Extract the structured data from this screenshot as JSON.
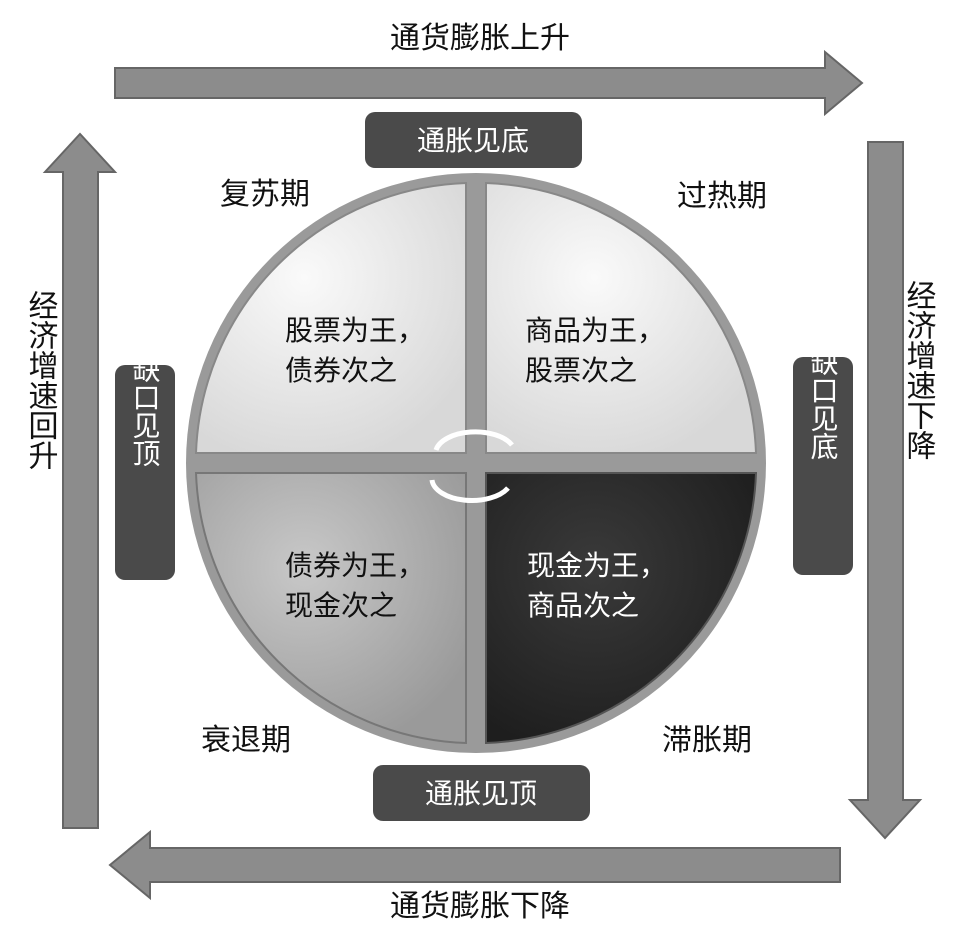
{
  "arrows": {
    "top": "通货膨胀上升",
    "bottom": "通货膨胀下降",
    "left": "经济增速回升",
    "right": "经济增速下降"
  },
  "boxes": {
    "top": "通胀见底",
    "bottom": "通胀见顶",
    "left": "产出缺口见顶",
    "right": "产出缺口见底"
  },
  "phases": {
    "recovery": "复苏期",
    "overheat": "过热期",
    "recession": "衰退期",
    "stagflation": "滞胀期"
  },
  "quadrants": {
    "recovery": [
      "股票为王，",
      "债券次之"
    ],
    "overheat": [
      "商品为王，",
      "股票次之"
    ],
    "recession": [
      "债券为王，",
      "现金次之"
    ],
    "stagflation": [
      "现金为王，",
      "商品次之"
    ]
  },
  "colors": {
    "arrow": "#8c8c8c",
    "box": "#4a4a4a",
    "recovery": "#ececec",
    "overheat": "#efefef",
    "recession": "#b3b3b3",
    "stagflation": "#2e2e2e"
  }
}
